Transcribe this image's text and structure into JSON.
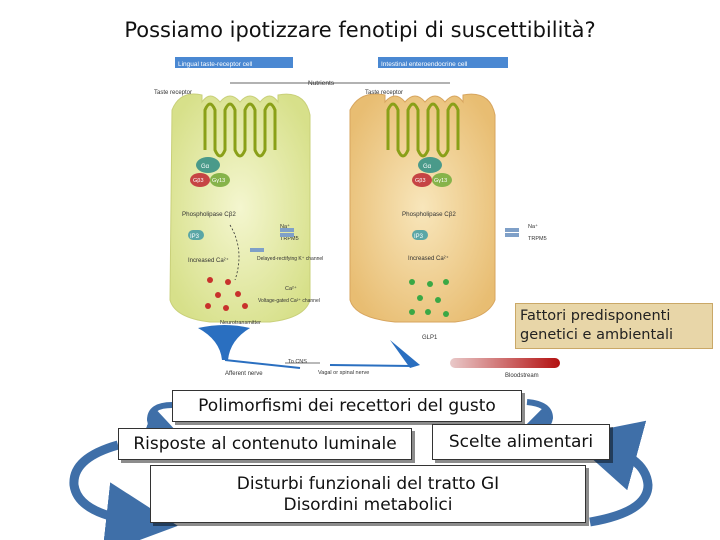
{
  "title": "Possiamo ipotizzare fenotipi di suscettibilità?",
  "figure": {
    "left_header": "Lingual taste-receptor cell",
    "right_header": "Intestinal enteroendocrine cell",
    "nutrients": "Nutrients",
    "taste_receptor_left": "Taste receptor",
    "taste_receptor_right": "Taste receptor",
    "g_alpha": "Gα",
    "g_beta": "Gβ3",
    "g_gamma": "Gγ13",
    "plc_left": "Phospholipase Cβ2",
    "plc_right": "Phospholipase Cβ2",
    "ip3": "IP3",
    "na": "Na⁺",
    "trpm5": "TRPM5",
    "delayed_k": "Delayed-rectifying K⁺ channel",
    "increased_ca": "Increased Ca²⁺",
    "ca": "Ca²⁺",
    "voltage_ca": "Voltage-gated Ca²⁺ channel",
    "neurotransmitter": "Neurotransmitter",
    "glp1": "GLP1",
    "afferent": "Afferent nerve",
    "to_cns": "To CNS",
    "vagal": "Vagal or spinal nerve",
    "bloodstream": "Bloodstream"
  },
  "fattori_box": "Fattori predisponenti genetici e ambientali",
  "box_polimorfismi": "Polimorfismi dei recettori del gusto",
  "box_risposte": "Risposte al contenuto luminale",
  "box_scelte": "Scelte alimentari",
  "box_disturbi_line1": "Disturbi funzionali del tratto GI",
  "box_disturbi_line2": "Disordini metabolici",
  "colors": {
    "arrow_blue": "#3f6fa8",
    "arrow_gray": "#8f9aa8",
    "left_cell": "#ecf0b4",
    "right_cell": "#f4d79a",
    "tan_box": "#e8d6a8"
  }
}
